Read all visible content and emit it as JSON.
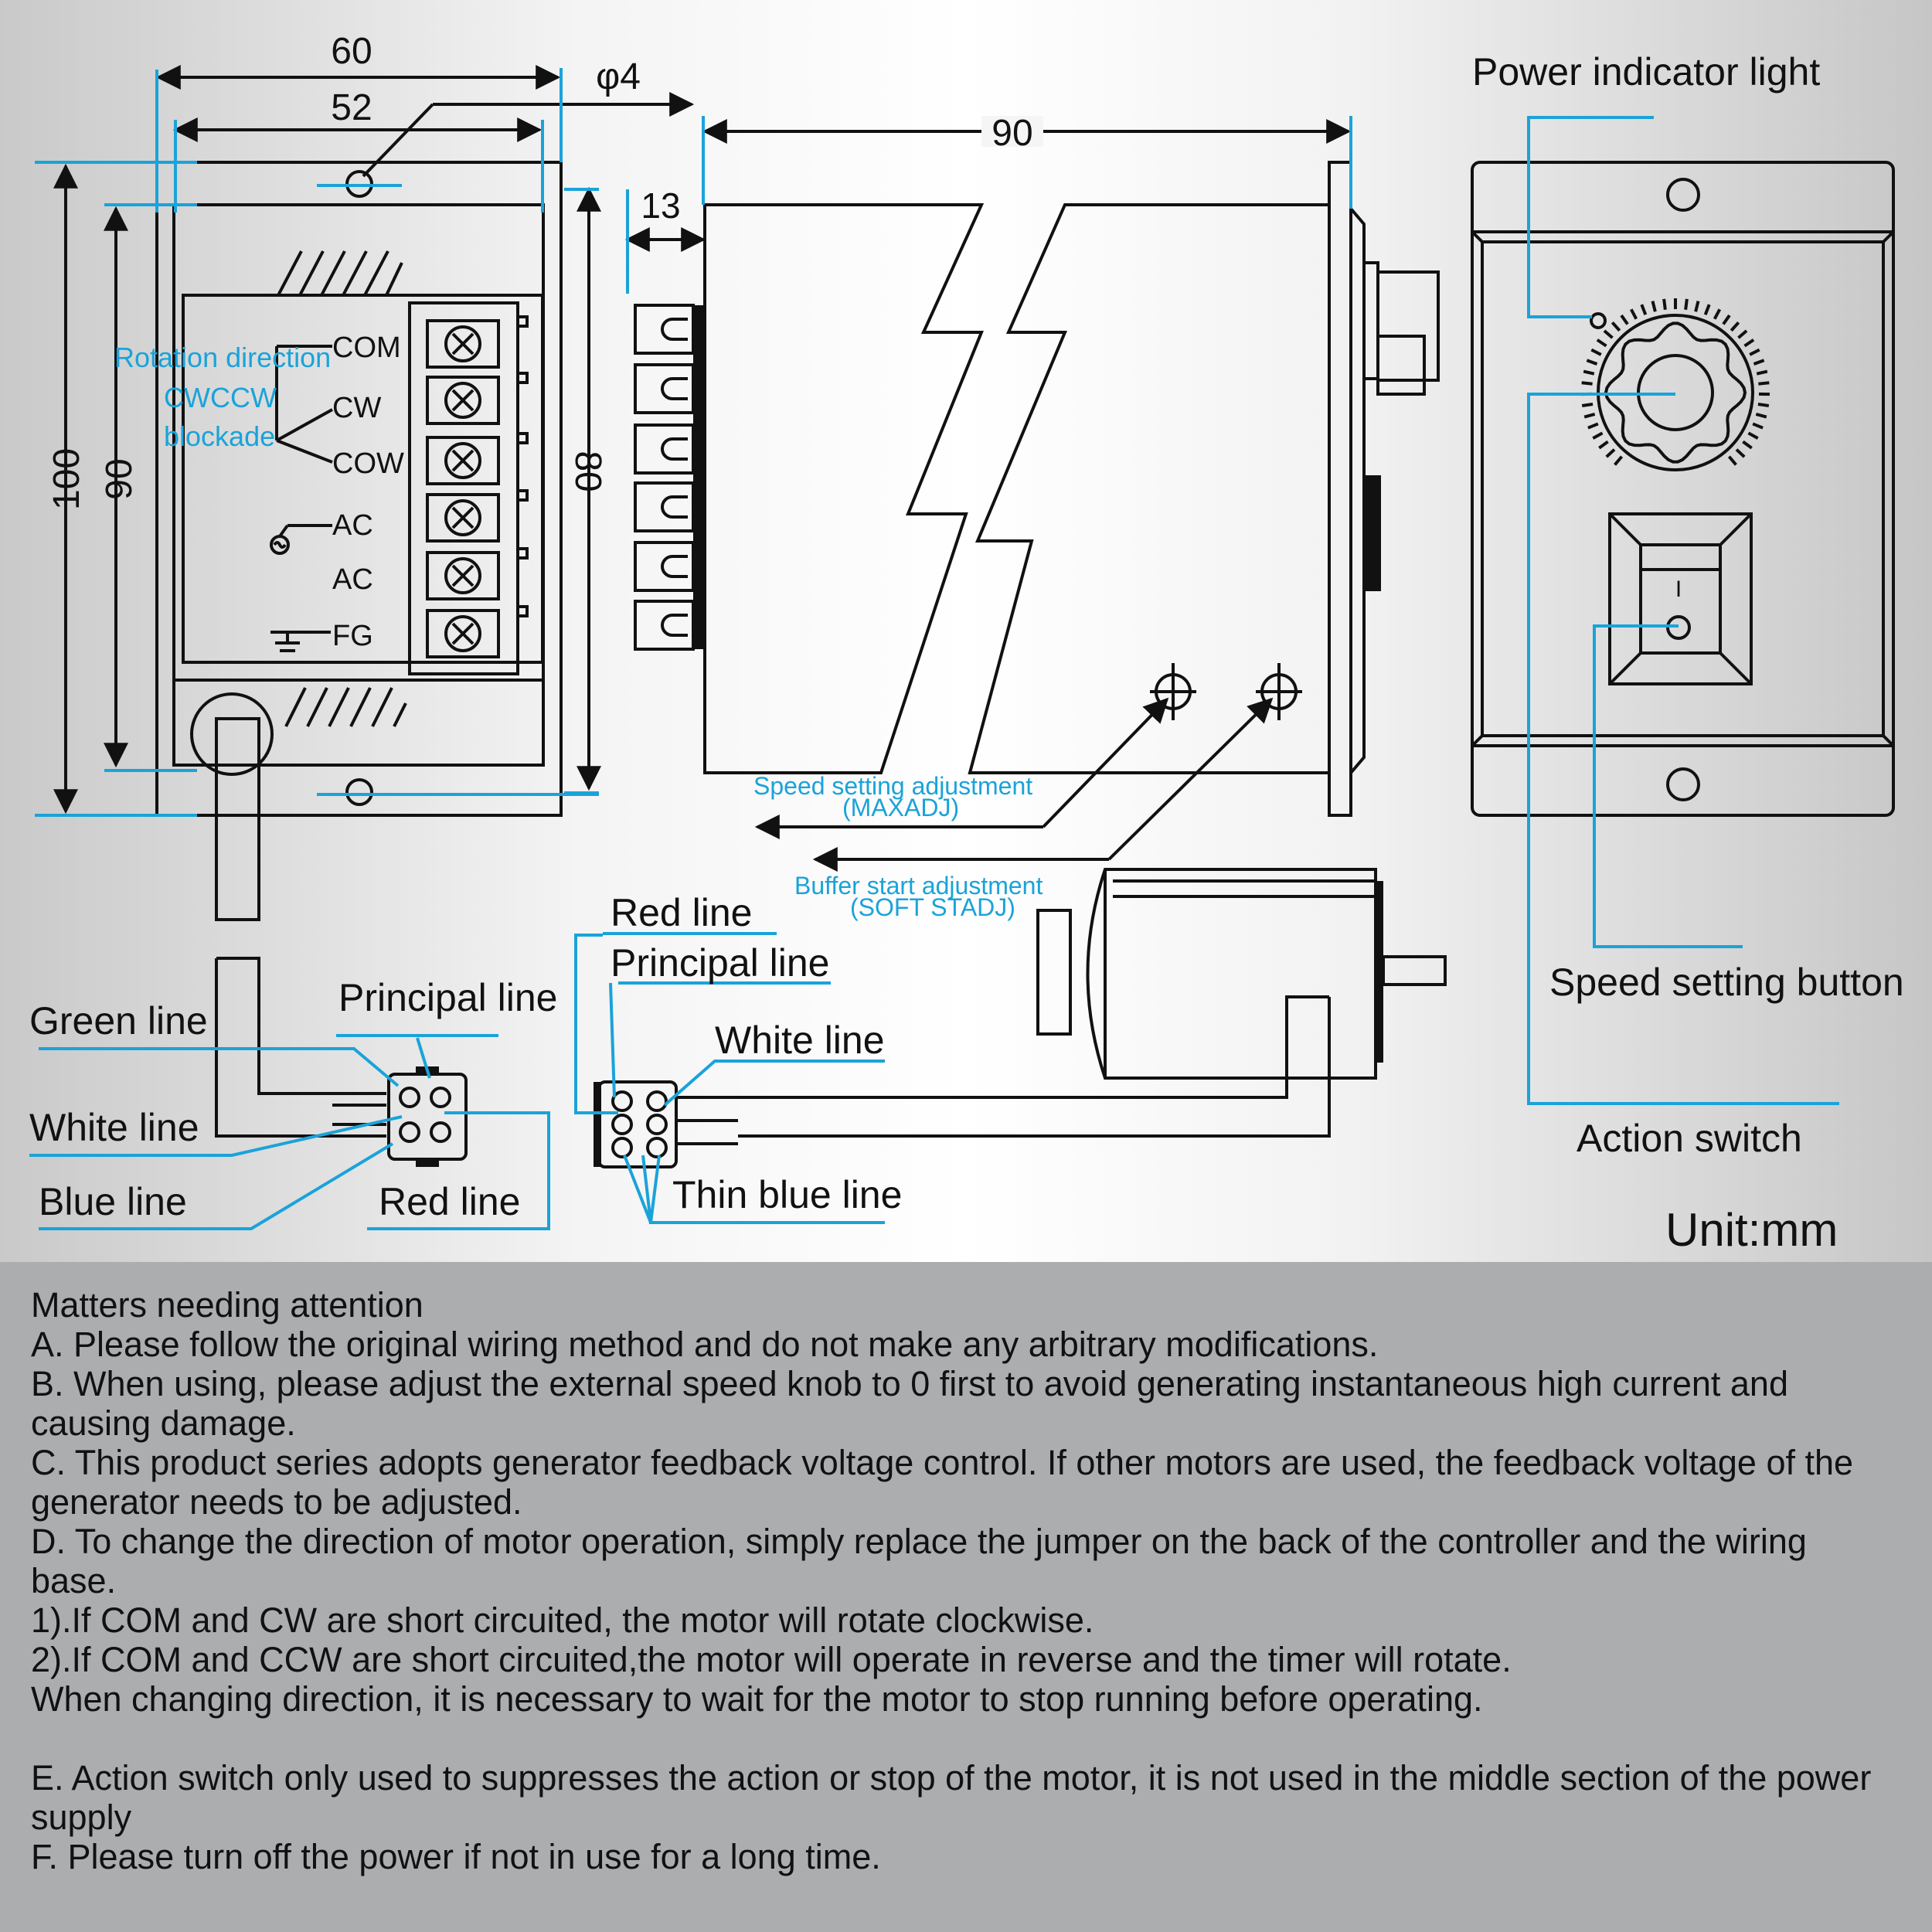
{
  "dimensions": {
    "d60": "60",
    "d52": "52",
    "phi4": "φ4",
    "d90_top": "90",
    "d13": "13",
    "d100": "100",
    "d90_side": "90",
    "d80": "80"
  },
  "terminal_labels": {
    "com": "COM",
    "cw": "CW",
    "cow": "COW",
    "ac1": "AC",
    "ac2": "AC",
    "fg": "FG",
    "rotation_direction": "Rotation direction",
    "cwccw": "CWCCW",
    "blockade": "blockade"
  },
  "annotations": {
    "power_indicator_light": "Power indicator light",
    "speed_setting_button": "Speed setting button",
    "action_switch": "Action switch",
    "speed_setting_adjustment": "Speed setting adjustment",
    "maxadj": "(MAXADJ)",
    "buffer_start_adjustment": "Buffer start adjustment",
    "soft_stadj": "(SOFT STADJ)",
    "unit": "Unit:mm"
  },
  "wiring": {
    "green_line": "Green line",
    "white_line_left": "White line",
    "blue_line": "Blue line",
    "principal_line_left": "Principal line",
    "red_line_left": "Red line",
    "red_line_right": "Red line",
    "principal_line_right": "Principal line",
    "white_line_right": "White line",
    "thin_blue_line": "Thin blue line"
  },
  "switch_mark": "I",
  "colors": {
    "accent_blue": "#1aa3d9",
    "line": "#111111",
    "notes_bg": "#acadaf"
  },
  "notes": {
    "title": "Matters needing attention",
    "a": "A. Please follow the original wiring method and do not make any arbitrary modifications.",
    "b": "B. When using, please adjust the external speed knob to 0 first to avoid generating instantaneous high current and causing damage.",
    "c": "C. This product series adopts generator feedback voltage control. If other motors are used, the feedback voltage of the generator needs to be adjusted.",
    "d": "D. To change the direction of motor operation, simply replace the jumper on the back of the controller and the wiring base.",
    "d1": "1).If COM and CW are short circuited, the motor will rotate clockwise.",
    "d2": "2).If COM and CCW are short circuited,the motor will operate in reverse and the timer will rotate.",
    "d3": "When changing direction, it is necessary to wait for the motor to stop running before operating.",
    "e": "E. Action switch only used to suppresses the action or stop of the motor, it is not used in the middle section of the power supply",
    "f": "F. Please turn off the power if not in use for a long time."
  }
}
